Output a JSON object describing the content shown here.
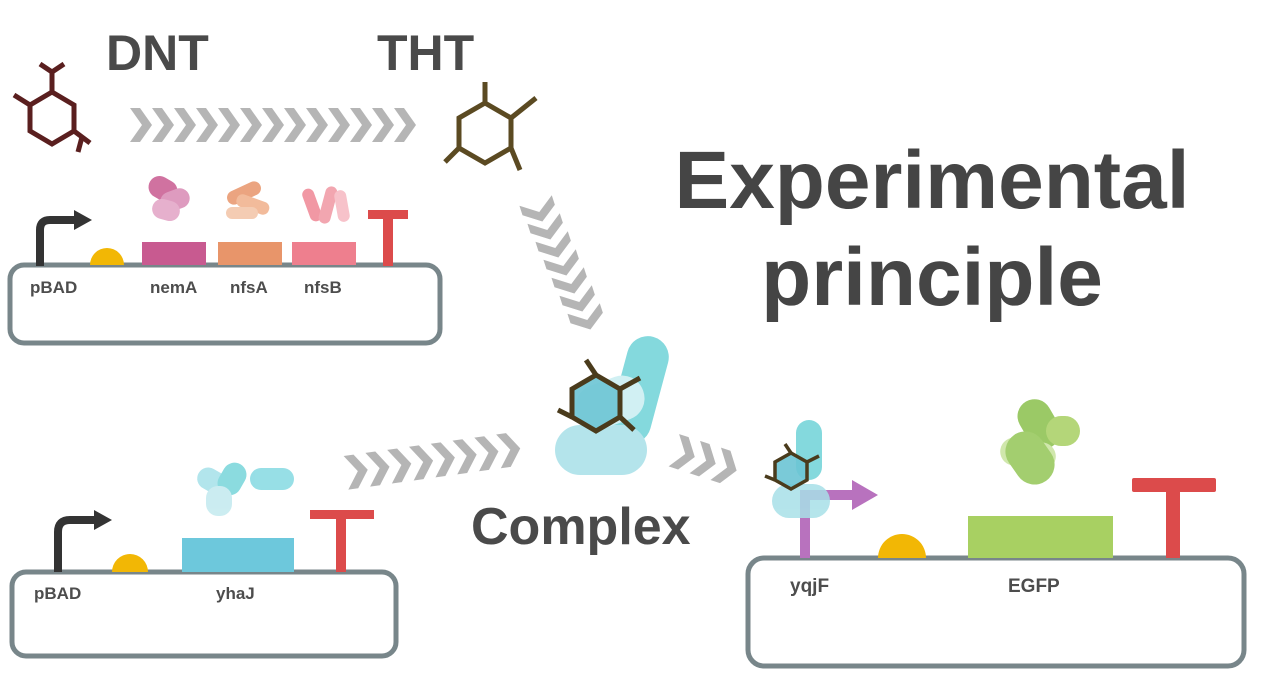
{
  "title": {
    "line1": "Experimental",
    "line2": "principle"
  },
  "molecules": {
    "dnt": "DNT",
    "tht": "THT",
    "complex": "Complex"
  },
  "plasmid_top": {
    "promoter": "pBAD",
    "genes": [
      "nemA",
      "nfsA",
      "nfsB"
    ]
  },
  "plasmid_bottom": {
    "promoter": "pBAD",
    "gene": "yhaJ"
  },
  "reporter": {
    "promoter": "yqjF",
    "gene": "EGFP"
  },
  "colors": {
    "nemA": "#c85a90",
    "nfsA": "#e8956a",
    "nfsB": "#ee7f8e",
    "yhaJ": "#6dc8dc",
    "EGFP": "#a8d062",
    "yqjF": "#b872be",
    "terminator": "#dc4b4b",
    "rbs": "#f2b705",
    "arrows": "#b5b5b5",
    "dnt_ring": "#5a1f1f",
    "tht_ring": "#5b4a22",
    "plasmid_border": "#78868a"
  }
}
